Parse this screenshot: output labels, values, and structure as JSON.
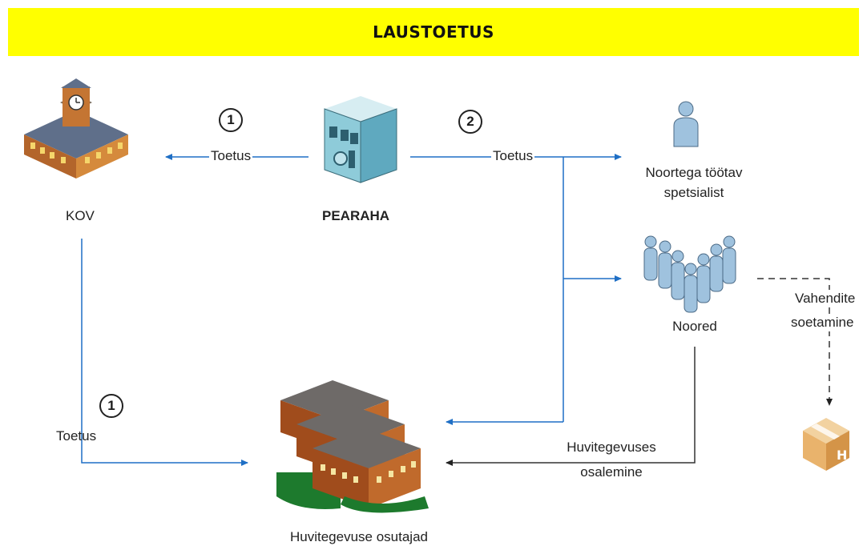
{
  "title": "LAUSTOETUS",
  "nodes": {
    "kov": "KOV",
    "pearaha": "PEARAHA",
    "specialist_line1": "Noortega töötav",
    "specialist_line2": "spetsialist",
    "youth": "Noored",
    "providers": "Huvitegevuse osutajad"
  },
  "edges": {
    "kov_support": "Toetus",
    "specialist_support": "Toetus",
    "kov_to_providers": "Toetus",
    "participation_line1": "Huvitegevuses",
    "participation_line2": "osalemine",
    "purchase_line1": "Vahendite",
    "purchase_line2": "soetamine"
  },
  "badges": {
    "kov_support": "1",
    "specialist_support": "2",
    "kov_to_providers": "1"
  },
  "colors": {
    "banner": "#ffff00",
    "arrow_blue": "#1f6fc5",
    "arrow_dark": "#333333",
    "person": "#9fc2de"
  },
  "icons": {
    "kov": "town-hall-icon",
    "pearaha": "bank-building-icon",
    "specialist": "person-icon",
    "youth": "group-of-people-icon",
    "providers": "school-buildings-icon",
    "box": "package-box-icon"
  }
}
